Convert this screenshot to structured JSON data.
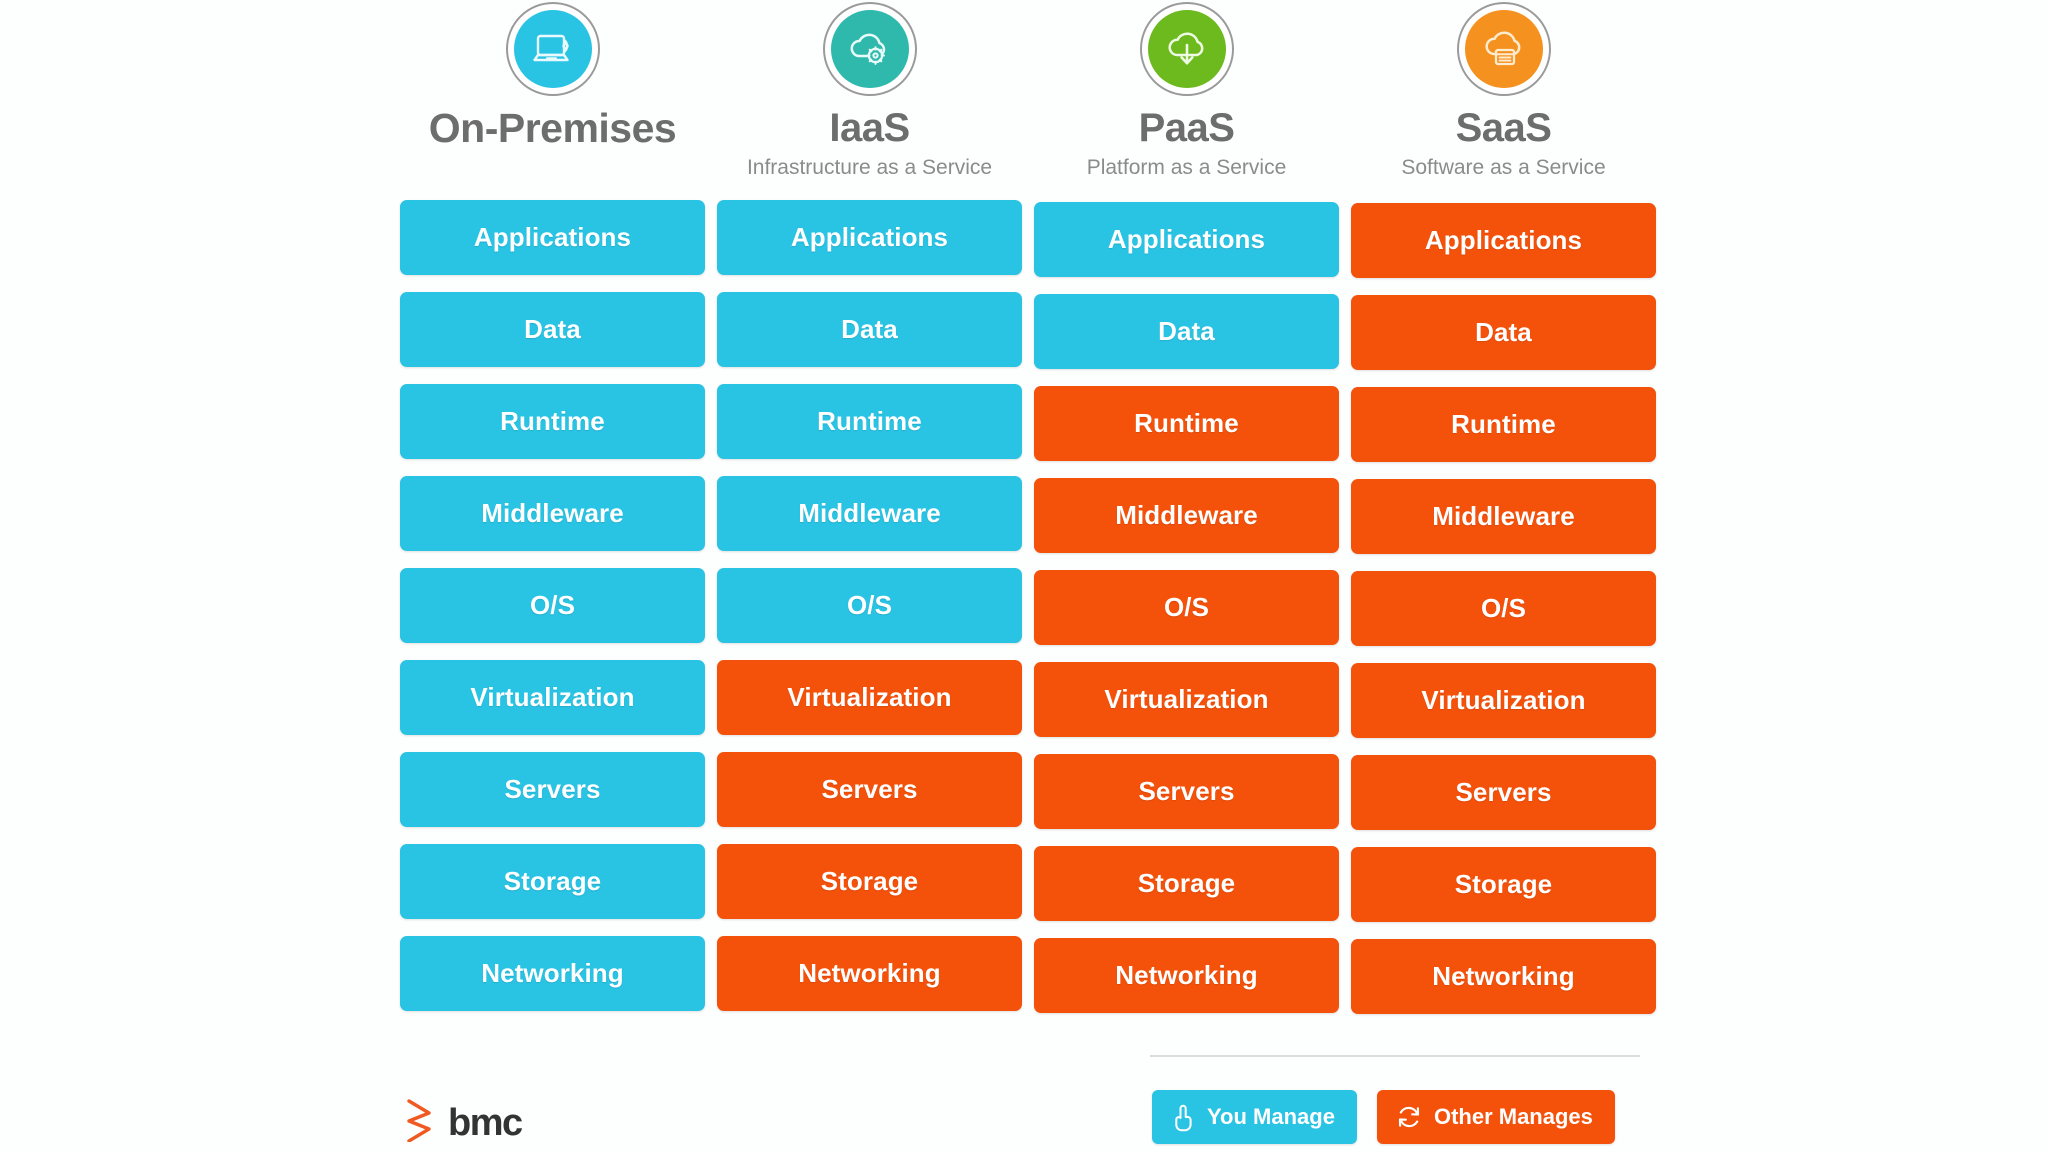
{
  "columns": [
    {
      "id": "on-premises",
      "title": "On-Premises",
      "subtitle": "",
      "icon": "laptop-icon",
      "icon_color": "#29c3e4"
    },
    {
      "id": "iaas",
      "title": "IaaS",
      "subtitle": "Infrastructure as a Service",
      "icon": "cloud-gear-icon",
      "icon_color": "#2fb9ad"
    },
    {
      "id": "paas",
      "title": "PaaS",
      "subtitle": "Platform as a Service",
      "icon": "cloud-download-icon",
      "icon_color": "#6cba1e"
    },
    {
      "id": "saas",
      "title": "SaaS",
      "subtitle": "Software as a Service",
      "icon": "cloud-window-icon",
      "icon_color": "#f5911e"
    }
  ],
  "layers": [
    "Applications",
    "Data",
    "Runtime",
    "Middleware",
    "O/S",
    "Virtualization",
    "Servers",
    "Storage",
    "Networking"
  ],
  "matrix": [
    [
      "you",
      "you",
      "you",
      "other"
    ],
    [
      "you",
      "you",
      "you",
      "other"
    ],
    [
      "you",
      "you",
      "other",
      "other"
    ],
    [
      "you",
      "you",
      "other",
      "other"
    ],
    [
      "you",
      "you",
      "other",
      "other"
    ],
    [
      "you",
      "other",
      "other",
      "other"
    ],
    [
      "you",
      "other",
      "other",
      "other"
    ],
    [
      "you",
      "other",
      "other",
      "other"
    ],
    [
      "you",
      "other",
      "other",
      "other"
    ]
  ],
  "legend": {
    "you": {
      "label": "You Manage",
      "icon": "pointing-hand-icon",
      "color": "#29c3e4"
    },
    "other": {
      "label": "Other Manages",
      "icon": "refresh-circle-icon",
      "color": "#f4510a"
    }
  },
  "brand": {
    "name": "bmc",
    "mark": "bmc-logo-icon",
    "mark_color": "#f05a22",
    "text_color": "#333333"
  },
  "colors": {
    "you_manage": "#29c3e4",
    "other_manages": "#f4510a",
    "background": "#ffffff",
    "heading_text": "#6d6d6d",
    "subtitle_text": "#8b8b8b"
  }
}
